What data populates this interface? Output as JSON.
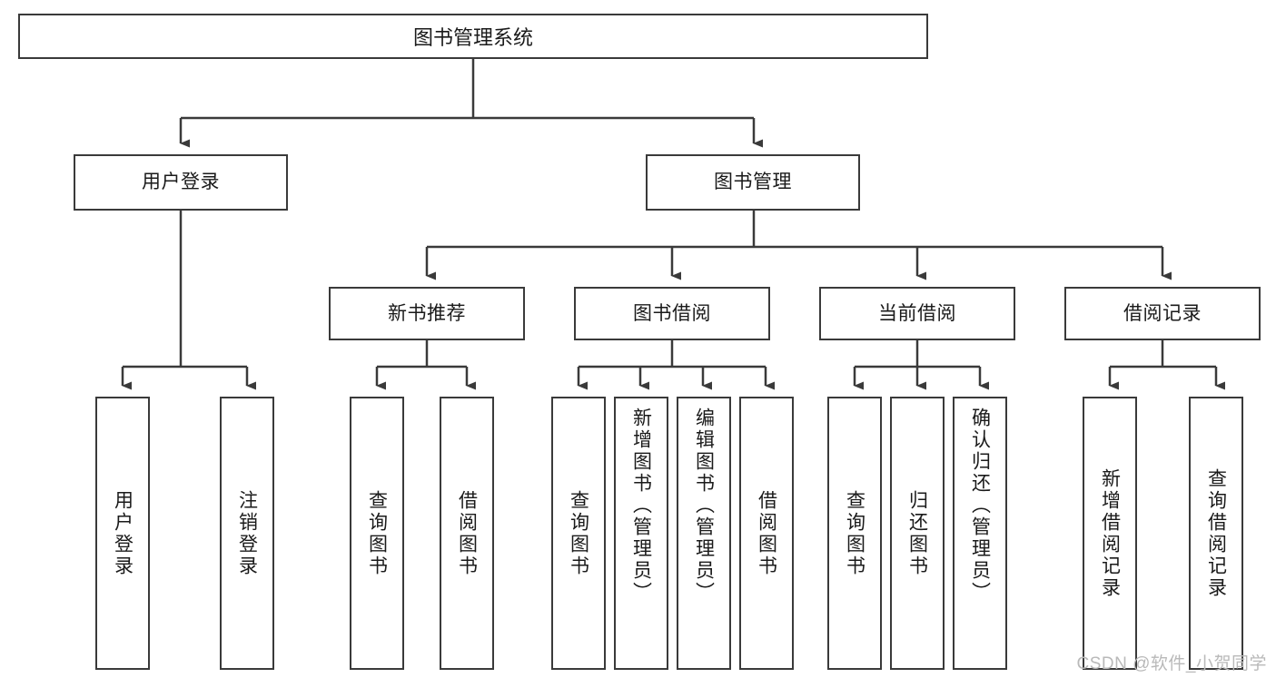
{
  "diagram": {
    "title": "图书管理系统",
    "watermark": "CSDN @软件_小贺同学",
    "line_color": "#3a3a3a",
    "box_border_color": "#3a3a3a",
    "box_fill_color": "#ffffff",
    "text_color": "#1a1a1a",
    "watermark_color": "#b9b9b9"
  },
  "nodes": {
    "root": {
      "label": "图书管理系统"
    },
    "level2": [
      {
        "label": "用户登录"
      },
      {
        "label": "图书管理"
      }
    ],
    "level3": [
      {
        "label": "新书推荐"
      },
      {
        "label": "图书借阅"
      },
      {
        "label": "当前借阅"
      },
      {
        "label": "借阅记录"
      }
    ],
    "leaves": {
      "user_login": [
        {
          "label": "用户登录"
        },
        {
          "label": "注销登录"
        }
      ],
      "new_book": [
        {
          "label": "查询图书"
        },
        {
          "label": "借阅图书"
        }
      ],
      "book_borrow": [
        {
          "label": "查询图书"
        },
        {
          "label": "新增图书（管理员）"
        },
        {
          "label": "编辑图书（管理员）"
        },
        {
          "label": "借阅图书"
        }
      ],
      "current_borrow": [
        {
          "label": "查询图书"
        },
        {
          "label": "归还图书"
        },
        {
          "label": "确认归还（管理员）"
        }
      ],
      "borrow_record": [
        {
          "label": "新增借阅记录"
        },
        {
          "label": "查询借阅记录"
        }
      ]
    }
  }
}
